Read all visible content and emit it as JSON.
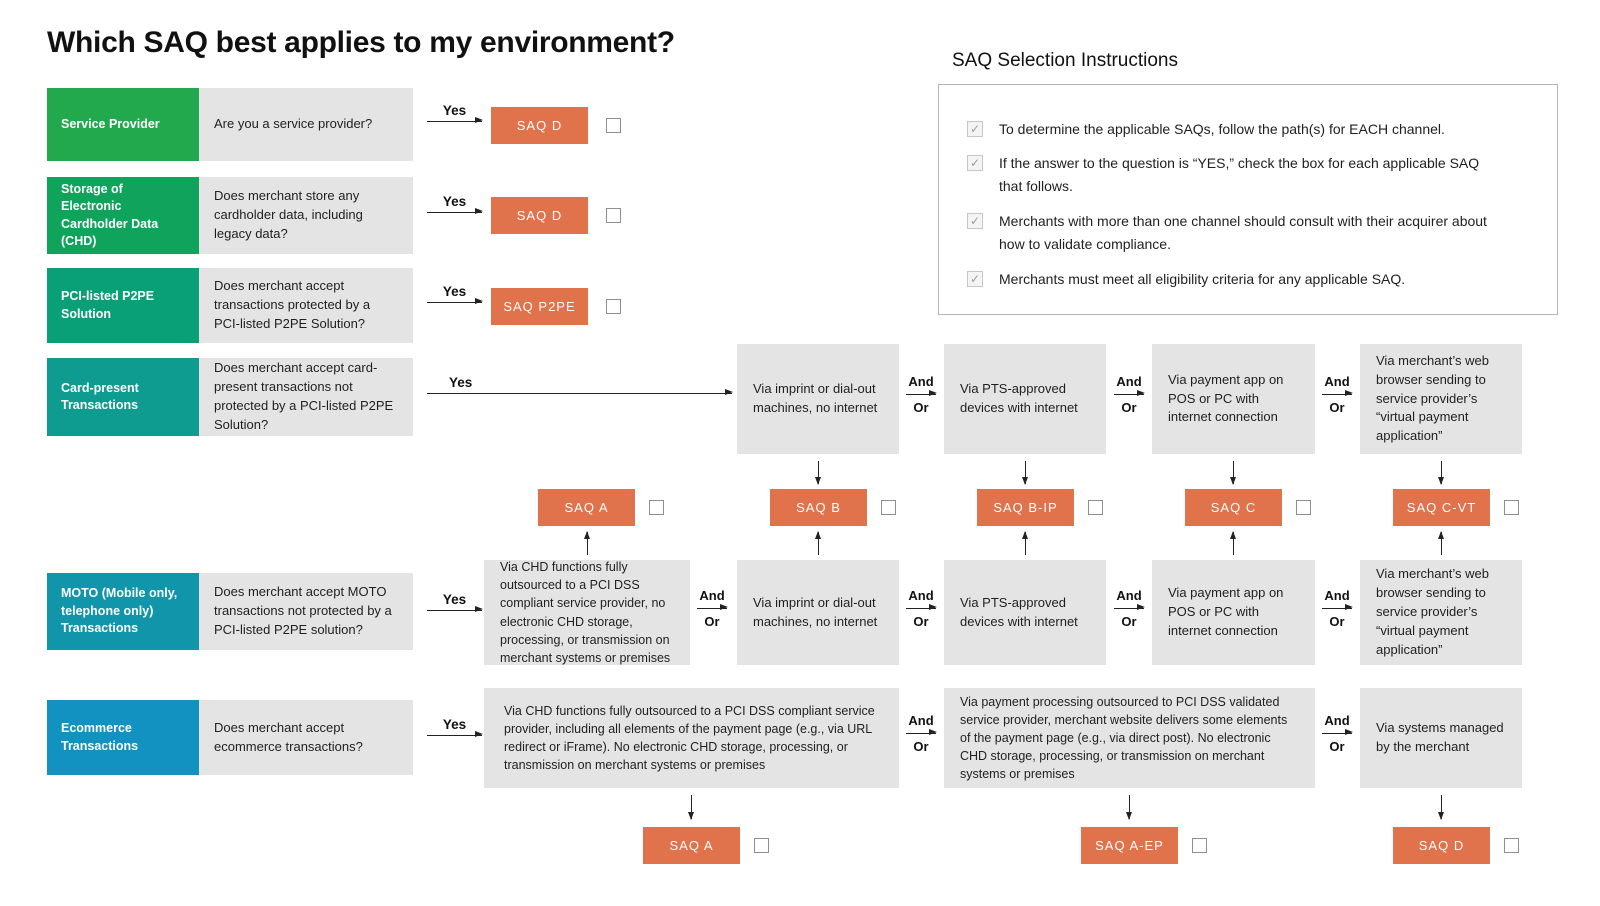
{
  "page": {
    "title": "Which SAQ best applies to my environment?"
  },
  "labels": {
    "yes": "Yes",
    "and": "And",
    "or": "Or"
  },
  "icons": {
    "check": "✓"
  },
  "colors": {
    "row_service_provider": "#22a94e",
    "row_storage_chd": "#10a35c",
    "row_p2pe": "#0aa077",
    "row_card_present": "#0e9c90",
    "row_moto": "#1095ab",
    "row_ecommerce": "#1292c0",
    "saq_box": "#e0724c",
    "channel_box": "#e4e4e4"
  },
  "instructions": {
    "title": "SAQ Selection Instructions",
    "items": [
      "To determine the applicable SAQs, follow the path(s) for EACH channel.",
      "If the answer to the question is “YES,” check the box for each applicable SAQ that follows.",
      "Merchants with more than one channel should consult with their acquirer about how to validate compliance.",
      "Merchants must meet all eligibility criteria for any applicable SAQ."
    ]
  },
  "simple_rows": [
    {
      "label": "Service Provider",
      "question": "Are you a service provider?",
      "saq": "SAQ D"
    },
    {
      "label": "Storage of Electronic Cardholder Data (CHD)",
      "question": "Does merchant store any cardholder data, including legacy data?",
      "saq": "SAQ D"
    },
    {
      "label": "PCI-listed P2PE Solution",
      "question": "Does merchant accept transactions protected by a PCI-listed P2PE Solution?",
      "saq": "SAQ P2PE"
    }
  ],
  "card_present": {
    "label": "Card-present Transactions",
    "question": "Does merchant accept card-present transactions not protected by a PCI-listed P2PE Solution?",
    "channels": [
      "Via imprint or dial-out machines, no internet",
      "Via PTS-approved devices with internet",
      "Via payment app on POS or PC with internet connection",
      "Via merchant’s web browser sending to service provider’s “virtual payment application”"
    ]
  },
  "mid_saqs": [
    "SAQ A",
    "SAQ B",
    "SAQ B-IP",
    "SAQ C",
    "SAQ C-VT"
  ],
  "moto": {
    "label": "MOTO (Mobile only, telephone only) Transactions",
    "question": "Does merchant accept MOTO transactions not protected by a PCI-listed P2PE solution?",
    "channels": [
      "Via CHD functions fully outsourced to a PCI DSS compliant service provider, no electronic CHD storage, processing, or transmission on merchant systems or premises",
      "Via imprint or dial-out machines, no internet",
      "Via PTS-approved devices with internet",
      "Via payment app on POS or PC with internet connection",
      "Via merchant’s web browser sending to service provider’s “virtual payment application”"
    ]
  },
  "ecommerce": {
    "label": "Ecommerce Transactions",
    "question": "Does merchant accept ecommerce transactions?",
    "channels": [
      "Via CHD functions fully outsourced to a PCI DSS compliant service provider, including all elements of the payment page (e.g., via URL redirect or iFrame). No electronic CHD storage, processing, or transmission on merchant systems or premises",
      "Via payment processing outsourced to PCI DSS validated service provider, merchant website delivers some elements of the payment page (e.g., via direct post). No electronic CHD storage, processing, or transmission on merchant systems or premises",
      "Via systems managed by the merchant"
    ]
  },
  "bottom_saqs": [
    "SAQ A",
    "SAQ A-EP",
    "SAQ D"
  ]
}
